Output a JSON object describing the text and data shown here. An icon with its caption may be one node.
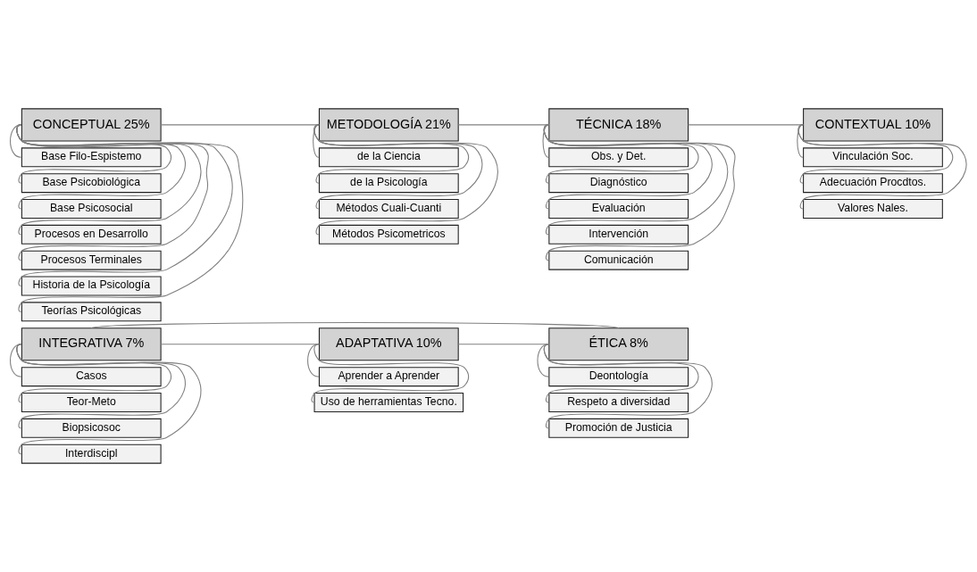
{
  "diagram": {
    "nodes": [
      {
        "text": [
          "CONCEPTUAL 25%"
        ]
      },
      {
        "text": [
          "Base Filo-Espistemo"
        ]
      },
      {
        "text": [
          "Base Psicobiológica"
        ]
      },
      {
        "text": [
          "Base Psicosocial"
        ]
      },
      {
        "text": [
          "Procesos en Desarrollo"
        ]
      },
      {
        "text": [
          "Procesos Terminales"
        ]
      },
      {
        "text": [
          "Historia de la Psicología"
        ]
      },
      {
        "text": [
          "Teorías Psicológicas"
        ]
      },
      {
        "text": [
          "METODOLOGÍA 21%"
        ]
      },
      {
        "text": [
          "de la Ciencia"
        ]
      },
      {
        "text": [
          "de la Psicología"
        ]
      },
      {
        "text": [
          "Métodos Cuali-Cuanti"
        ]
      },
      {
        "text": [
          "Métodos Psicometricos"
        ]
      },
      {
        "text": [
          "TÉCNICA 18%"
        ]
      },
      {
        "text": [
          "Obs. y Det."
        ]
      },
      {
        "text": [
          "Diagnóstico"
        ]
      },
      {
        "text": [
          "Evaluación"
        ]
      },
      {
        "text": [
          "Intervención"
        ]
      },
      {
        "text": [
          "Comunicación"
        ]
      },
      {
        "text": [
          "CONTEXTUAL 10%"
        ]
      },
      {
        "text": [
          "Vinculación Soc."
        ]
      },
      {
        "text": [
          "Adecuación Procdtos."
        ]
      },
      {
        "text": [
          "Valores Nales."
        ]
      },
      {
        "text": [
          "INTEGRATIVA 7%"
        ]
      },
      {
        "text": [
          "Casos"
        ]
      },
      {
        "text": [
          "Teor-Meto"
        ]
      },
      {
        "text": [
          "Biopsicosoc"
        ]
      },
      {
        "text": [
          "Interdiscipl"
        ]
      },
      {
        "text": [
          "ADAPTATIVA 10%"
        ]
      },
      {
        "text": [
          "Aprender a Aprender"
        ]
      },
      {
        "text": [
          "Uso de herramientas Tecno."
        ]
      },
      {
        "text": [
          "ÉTICA 8%"
        ]
      },
      {
        "text": [
          "Deontología"
        ]
      },
      {
        "text": [
          "Respeto a diversidad"
        ]
      },
      {
        "text": [
          "Promoción de Justicia"
        ]
      }
    ],
    "edges": [
      {
        "from": 0,
        "to": 8,
        "arrow": "none"
      },
      {
        "from": 8,
        "to": 13,
        "arrow": "none"
      },
      {
        "from": 13,
        "to": 19,
        "arrow": "none"
      },
      {
        "from": 23,
        "to": 28,
        "arrow": "none"
      },
      {
        "from": 23,
        "to": 31,
        "arrow": "none"
      },
      {
        "from": 28,
        "to": 31,
        "arrow": "none"
      },
      {
        "from": 0,
        "to": 1,
        "arrow": "none"
      },
      {
        "from": 0,
        "to": 2,
        "arrow": "none"
      },
      {
        "from": 0,
        "to": 3,
        "arrow": "none"
      },
      {
        "from": 0,
        "to": 4,
        "arrow": "none"
      },
      {
        "from": 0,
        "to": 5,
        "arrow": "none"
      },
      {
        "from": 0,
        "to": 6,
        "arrow": "none"
      },
      {
        "from": 0,
        "to": 7,
        "arrow": "none"
      },
      {
        "from": 8,
        "to": 9,
        "arrow": "none"
      },
      {
        "from": 8,
        "to": 10,
        "arrow": "none"
      },
      {
        "from": 8,
        "to": 11,
        "arrow": "none"
      },
      {
        "from": 8,
        "to": 12,
        "arrow": "none"
      },
      {
        "from": 13,
        "to": 14,
        "arrow": "none"
      },
      {
        "from": 13,
        "to": 15,
        "arrow": "none"
      },
      {
        "from": 13,
        "to": 16,
        "arrow": "none"
      },
      {
        "from": 13,
        "to": 17,
        "arrow": "none"
      },
      {
        "from": 13,
        "to": 18,
        "arrow": "none"
      },
      {
        "from": 19,
        "to": 20,
        "arrow": "none"
      },
      {
        "from": 19,
        "to": 21,
        "arrow": "none"
      },
      {
        "from": 19,
        "to": 22,
        "arrow": "none"
      },
      {
        "from": 23,
        "to": 24,
        "arrow": "none"
      },
      {
        "from": 23,
        "to": 25,
        "arrow": "none"
      },
      {
        "from": 23,
        "to": 26,
        "arrow": "none"
      },
      {
        "from": 23,
        "to": 27,
        "arrow": "none"
      },
      {
        "from": 28,
        "to": 29,
        "arrow": "none"
      },
      {
        "from": 28,
        "to": 30,
        "arrow": "none"
      },
      {
        "from": 31,
        "to": 32,
        "arrow": "none"
      },
      {
        "from": 31,
        "to": 33,
        "arrow": "none"
      },
      {
        "from": 31,
        "to": 34,
        "arrow": "none"
      }
    ]
  }
}
